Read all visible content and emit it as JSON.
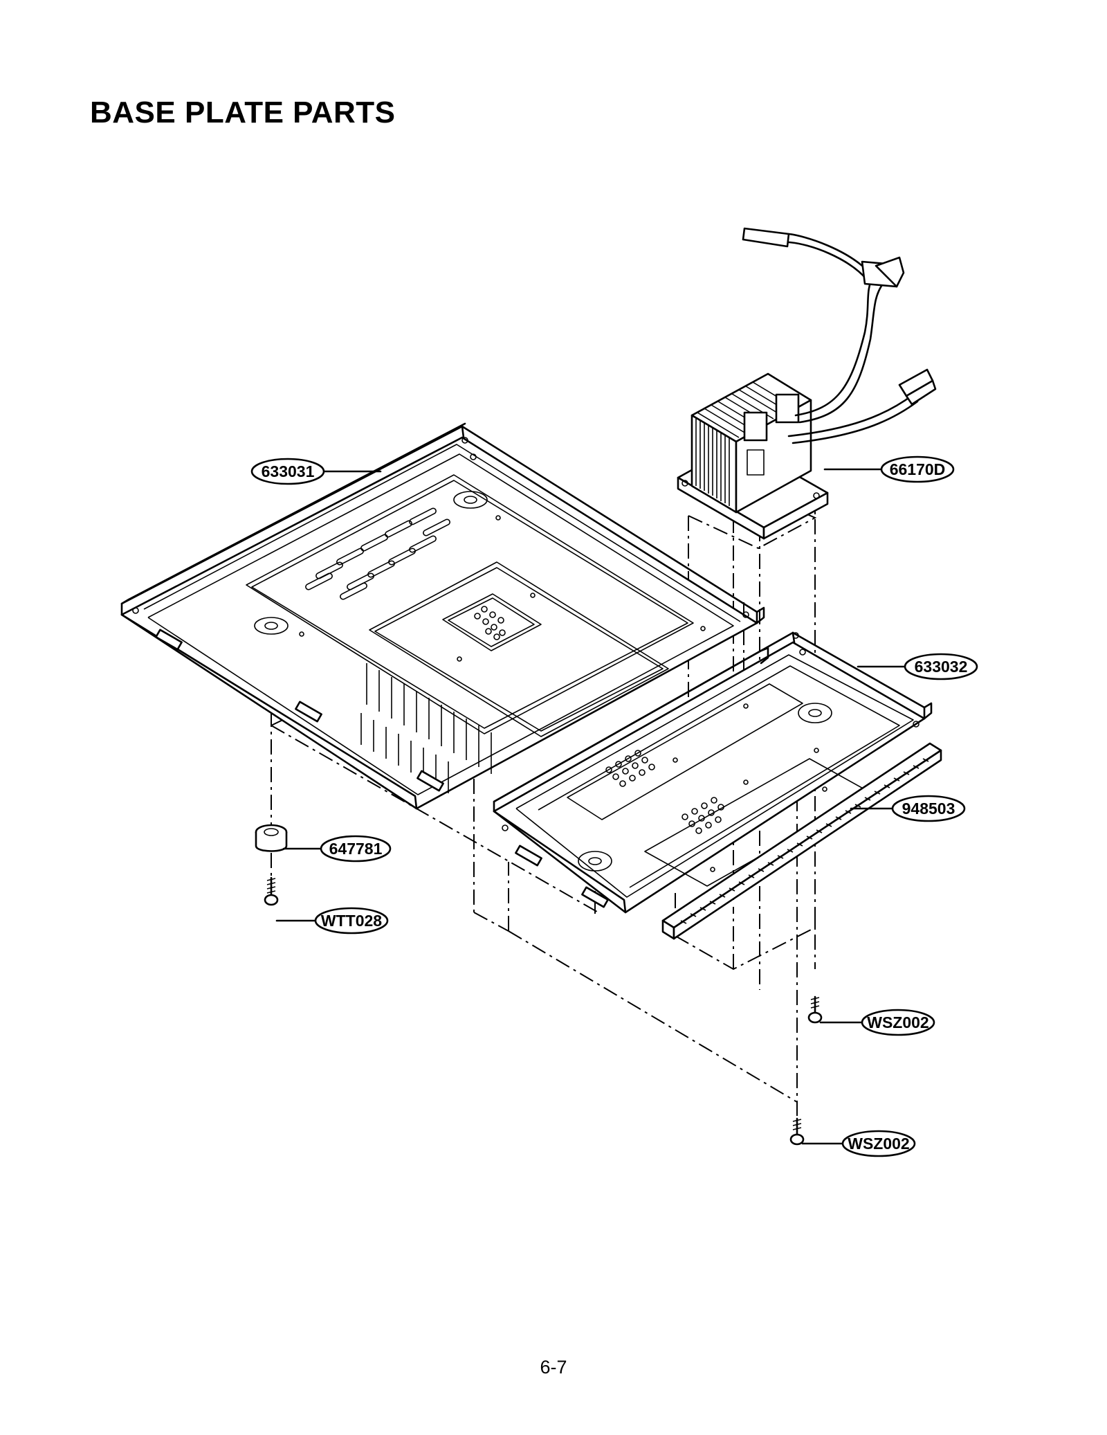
{
  "page": {
    "title": "BASE PLATE PARTS",
    "page_number": "6-7"
  },
  "parts": [
    {
      "code": "633031"
    },
    {
      "code": "66170D"
    },
    {
      "code": "633032"
    },
    {
      "code": "948503"
    },
    {
      "code": "647781"
    },
    {
      "code": "WTT028"
    },
    {
      "code": "WSZ002"
    },
    {
      "code": "WSZ002"
    }
  ]
}
